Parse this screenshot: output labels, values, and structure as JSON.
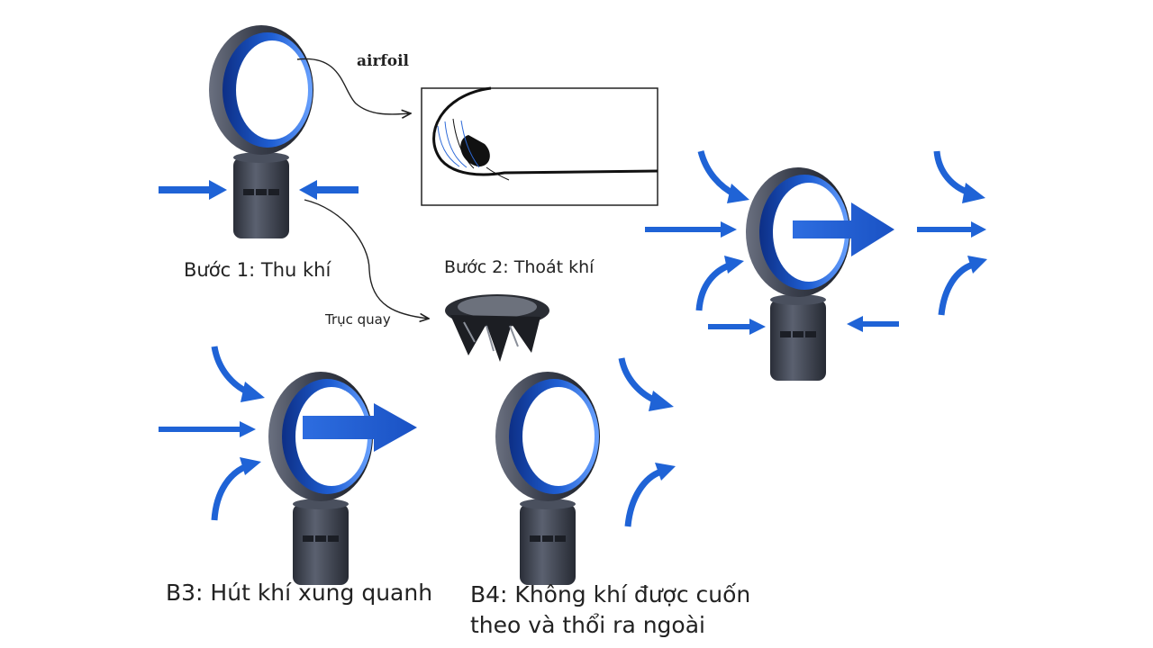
{
  "labels": {
    "airfoil": "airfoil",
    "step1": "Bước 1: Thu khí",
    "step2": "Bước 2: Thoát khí",
    "rotation_axis": "Trục quay",
    "step3": "B3: Hút khí xung quanh",
    "step4_line1": "B4: Không khí được cuốn",
    "step4_line2": "theo và thổi ra ngoài"
  },
  "colors": {
    "arrow_blue": "#1f63d6",
    "ring_blue": "#1f5fd4",
    "fan_dark": "#3c4150",
    "label_text": "#222222"
  }
}
